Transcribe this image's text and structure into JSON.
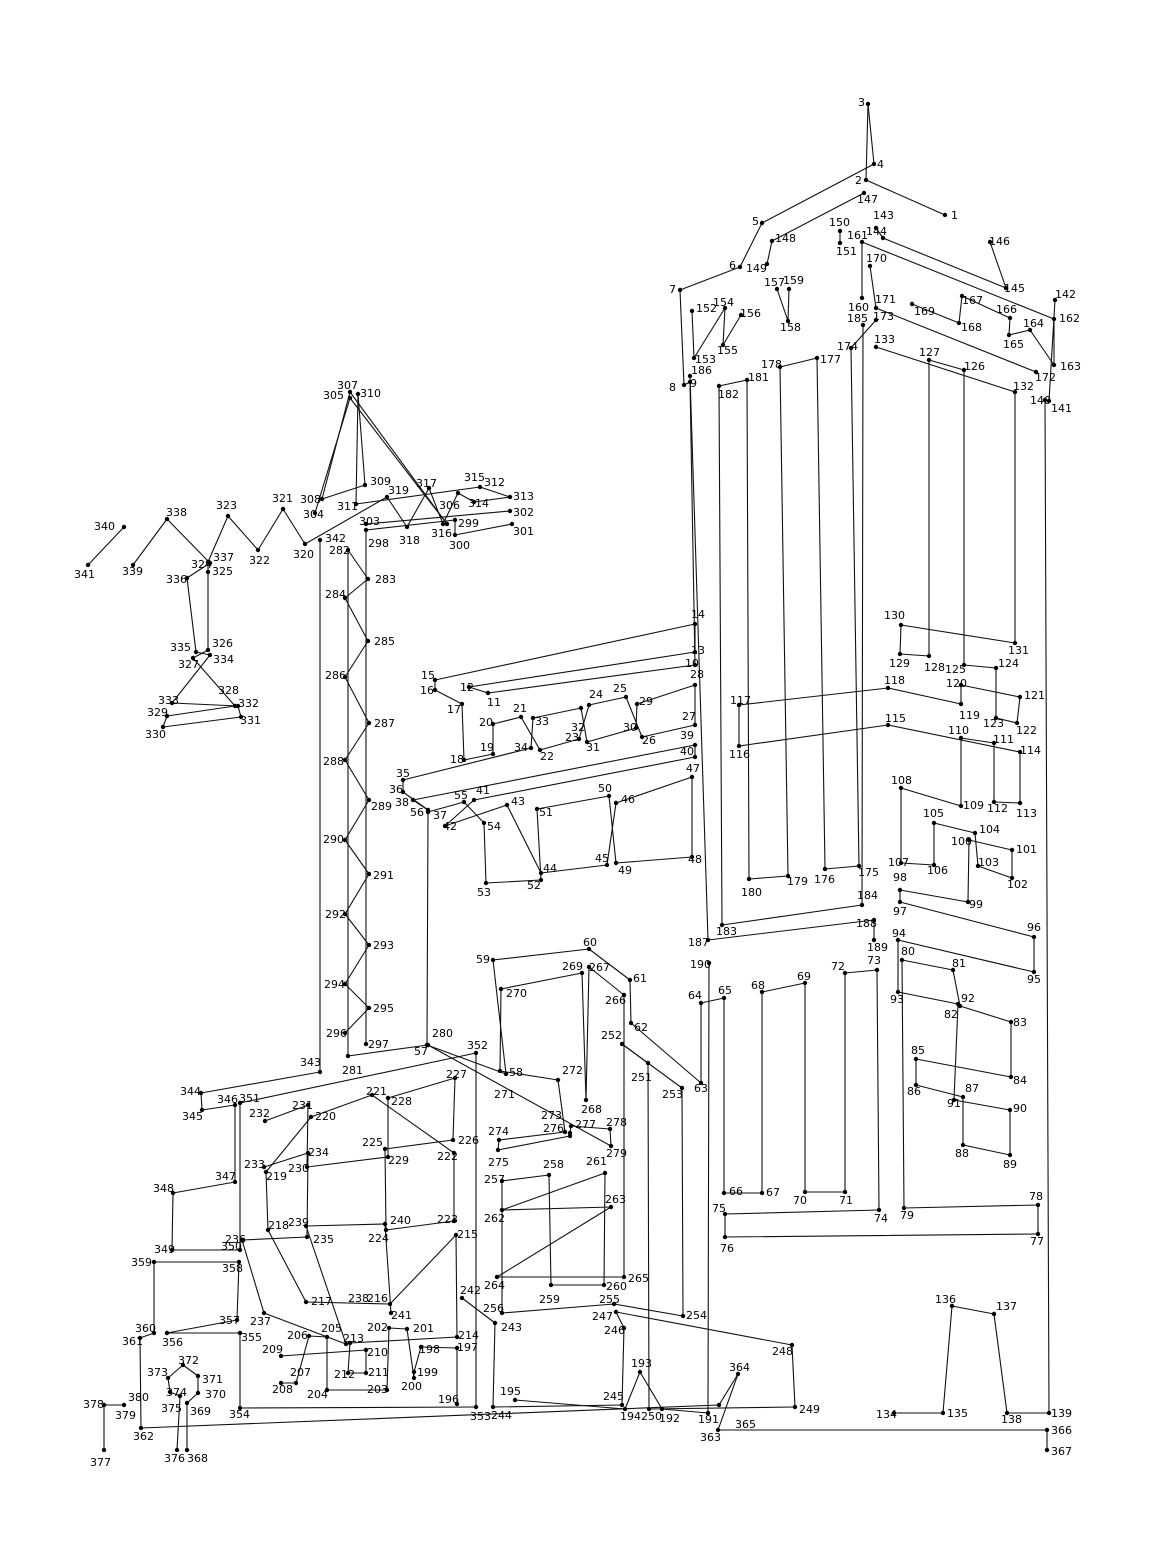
{
  "colors": {
    "line": "#111111",
    "dot": "#000000",
    "background": "#ffffff"
  },
  "labels": [
    "1",
    "2",
    "3",
    "4",
    "5",
    "6",
    "7",
    "8",
    "9",
    "10",
    "11",
    "12",
    "13",
    "14",
    "15",
    "16",
    "17",
    "18",
    "19",
    "20",
    "21",
    "22",
    "23",
    "24",
    "25",
    "26",
    "27",
    "28",
    "29",
    "30",
    "31",
    "32",
    "33",
    "34",
    "35",
    "36",
    "37",
    "38",
    "39",
    "40",
    "41",
    "42",
    "43",
    "44",
    "45",
    "46",
    "47",
    "48",
    "49",
    "50",
    "51",
    "52",
    "53",
    "54",
    "55",
    "56",
    "57",
    "58",
    "59",
    "60",
    "61",
    "62",
    "63",
    "64",
    "65",
    "66",
    "67",
    "68",
    "69",
    "70",
    "71",
    "72",
    "73",
    "74",
    "75",
    "76",
    "77",
    "78",
    "79",
    "80",
    "81",
    "82",
    "83",
    "84",
    "85",
    "86",
    "87",
    "88",
    "89",
    "90",
    "91",
    "92",
    "93",
    "94",
    "95",
    "96",
    "97",
    "98",
    "99",
    "100",
    "101",
    "102",
    "103",
    "104",
    "105",
    "106",
    "107",
    "108",
    "109",
    "110",
    "111",
    "112",
    "113",
    "114",
    "115",
    "116",
    "117",
    "118",
    "119",
    "120",
    "121",
    "122",
    "123",
    "124",
    "125",
    "126",
    "127",
    "128",
    "129",
    "130",
    "131",
    "132",
    "133",
    "134",
    "135",
    "136",
    "137",
    "138",
    "139",
    "140",
    "141",
    "142",
    "143",
    "144",
    "145",
    "146",
    "147",
    "148",
    "149",
    "150",
    "151",
    "152",
    "153",
    "154",
    "155",
    "156",
    "157",
    "158",
    "159",
    "160",
    "161",
    "162",
    "163",
    "164",
    "165",
    "166",
    "167",
    "168",
    "169",
    "170",
    "171",
    "172",
    "173",
    "174",
    "175",
    "176",
    "177",
    "178",
    "179",
    "180",
    "181",
    "182",
    "183",
    "184",
    "185",
    "186",
    "187",
    "188",
    "189",
    "190",
    "191",
    "192",
    "193",
    "194",
    "195",
    "196",
    "197",
    "198",
    "199",
    "200",
    "201",
    "202",
    "203",
    "204",
    "205",
    "206",
    "207",
    "208",
    "209",
    "210",
    "211",
    "212",
    "213",
    "214",
    "215",
    "216",
    "217",
    "218",
    "219",
    "220",
    "221",
    "222",
    "223",
    "224",
    "225",
    "226",
    "227",
    "228",
    "229",
    "230",
    "231",
    "232",
    "233",
    "234",
    "235",
    "236",
    "237",
    "238",
    "239",
    "240",
    "241",
    "242",
    "243",
    "244",
    "245",
    "246",
    "247",
    "248",
    "249",
    "250",
    "251",
    "252",
    "253",
    "254",
    "255",
    "256",
    "257",
    "258",
    "259",
    "260",
    "261",
    "262",
    "263",
    "264",
    "265",
    "266",
    "267",
    "268",
    "269",
    "270",
    "271",
    "272",
    "273",
    "274",
    "275",
    "276",
    "277",
    "278",
    "279",
    "280",
    "281",
    "282",
    "283",
    "284",
    "285",
    "286",
    "287",
    "288",
    "289",
    "290",
    "291",
    "292",
    "293",
    "294",
    "295",
    "296",
    "297",
    "298",
    "299",
    "300",
    "301",
    "302",
    "303",
    "304",
    "305",
    "306",
    "307",
    "308",
    "309",
    "310",
    "311",
    "312",
    "313",
    "314",
    "315",
    "316",
    "317",
    "318",
    "319",
    "320",
    "321",
    "322",
    "323",
    "324",
    "325",
    "326",
    "327",
    "328",
    "329",
    "330",
    "331",
    "332",
    "333",
    "334",
    "335",
    "336",
    "337",
    "338",
    "339",
    "340",
    "341",
    "342",
    "343",
    "344",
    "345",
    "346",
    "347",
    "348",
    "349",
    "350",
    "351",
    "352",
    "353",
    "354",
    "355",
    "356",
    "357",
    "358",
    "359",
    "360",
    "361",
    "362",
    "363",
    "364",
    "365",
    "366",
    "367",
    "368",
    "369",
    "370",
    "371",
    "372",
    "373",
    "374",
    "375",
    "376",
    "377",
    "378",
    "379",
    "380"
  ]
}
